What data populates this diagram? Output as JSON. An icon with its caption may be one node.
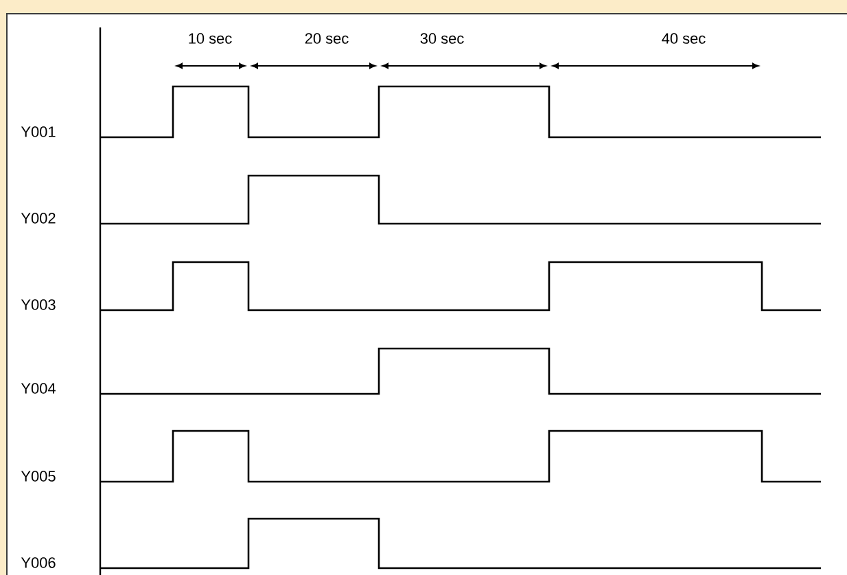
{
  "diagram": {
    "labels": [
      "10 sec",
      "20 sec",
      "30 sec",
      "40 sec",
      "Y001",
      "Y002",
      "Y003",
      "Y004",
      "Y005",
      "Y006"
    ]
  }
}
